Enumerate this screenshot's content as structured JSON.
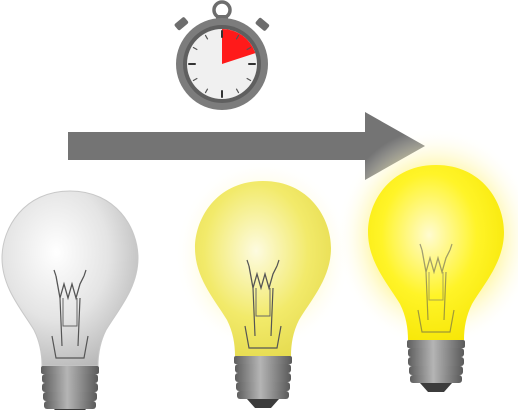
{
  "scene": {
    "stopwatch_icon": "stopwatch-icon",
    "arrow_icon": "arrow-right-icon",
    "bulbs": [
      {
        "state": "off",
        "icon": "light-bulb-off-icon",
        "glass": "#e4e4e4",
        "glow": "#ffffff",
        "brightness": 0.0
      },
      {
        "state": "dim",
        "icon": "light-bulb-dim-icon",
        "glass": "#f4ef80",
        "glow": "#fff9c8",
        "brightness": 0.5
      },
      {
        "state": "bright",
        "icon": "light-bulb-bright-icon",
        "glass": "#fff21a",
        "glow": "#fff6a0",
        "brightness": 1.0
      }
    ],
    "colors": {
      "arrow": "#747474",
      "stopwatch_body": "#7c7c7c",
      "stopwatch_face": "#f0f0f0",
      "stopwatch_fill": "#ff1a1a",
      "base_metal": "#8a8a8a",
      "filament": "#555555"
    },
    "stopwatch_elapsed_fraction": 0.2
  }
}
